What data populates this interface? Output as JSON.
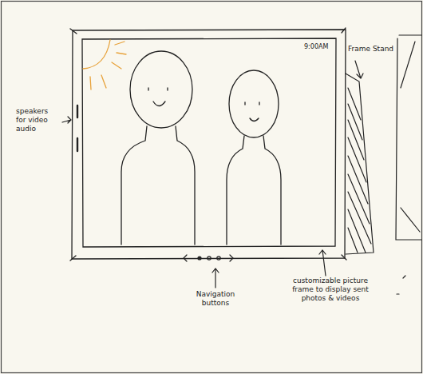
{
  "diagram": {
    "labels": [
      "9:00AM",
      "speakers for video audio",
      "Frame Stand",
      "Navigation buttons",
      "customizable picture frame to display sent photos & videos"
    ]
  }
}
